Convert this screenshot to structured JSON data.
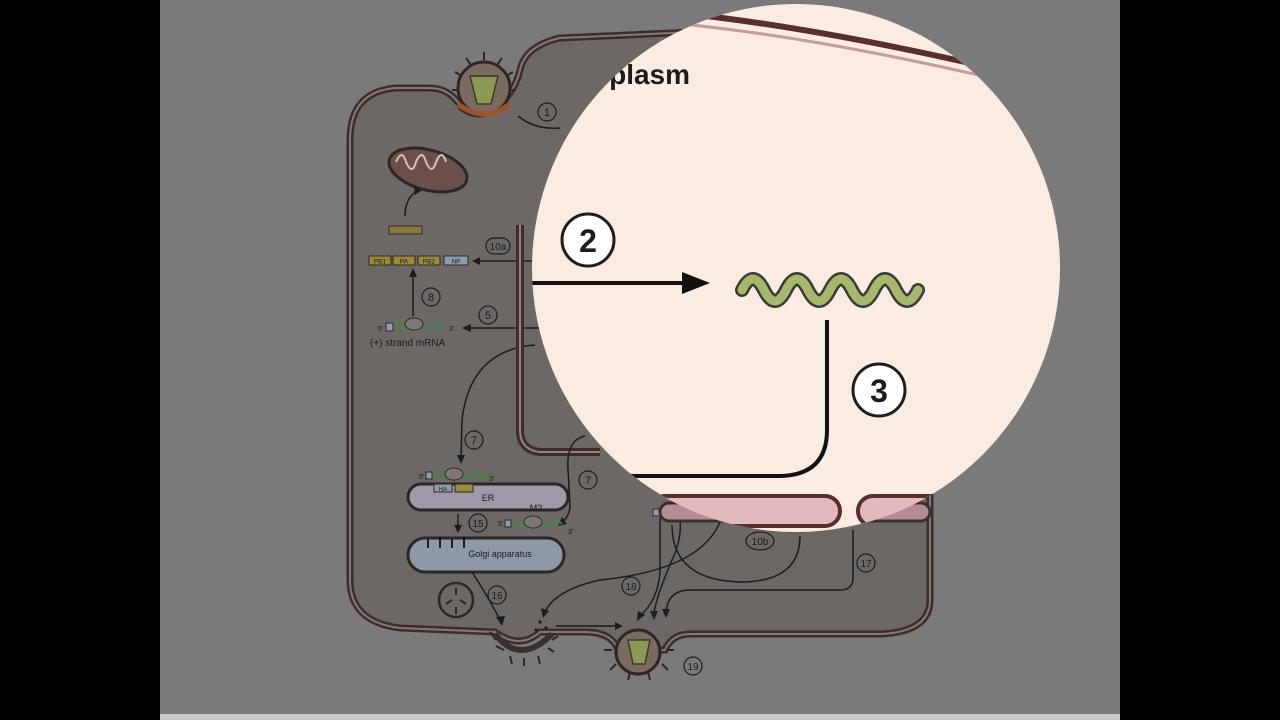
{
  "magnifier": {
    "title_fragment": "oplasm",
    "step_a": "2",
    "step_b": "3"
  },
  "diagram": {
    "steps": {
      "s1": "1",
      "s5": "5",
      "s7a": "7",
      "s7b": "7",
      "s8": "8",
      "s10a": "10a",
      "s10b": "10b",
      "s15": "15",
      "s16": "16",
      "s17": "17",
      "s18": "18",
      "s19": "19"
    },
    "labels": {
      "mrna": "(+) strand mRNA",
      "er": "ER",
      "m2": "M2",
      "golgi": "Golgi apparatus",
      "ha": "HA",
      "np": "NP",
      "pb1": "PB1",
      "pa": "PA",
      "pb2": "PB2",
      "five_prime": "5'",
      "three_prime": "3'"
    }
  },
  "colors": {
    "background": "#7a7a7a",
    "cell_membrane": "#3a2f2c",
    "magnifier_fill": "#fbece2",
    "rna_green": "#a6b86a"
  }
}
